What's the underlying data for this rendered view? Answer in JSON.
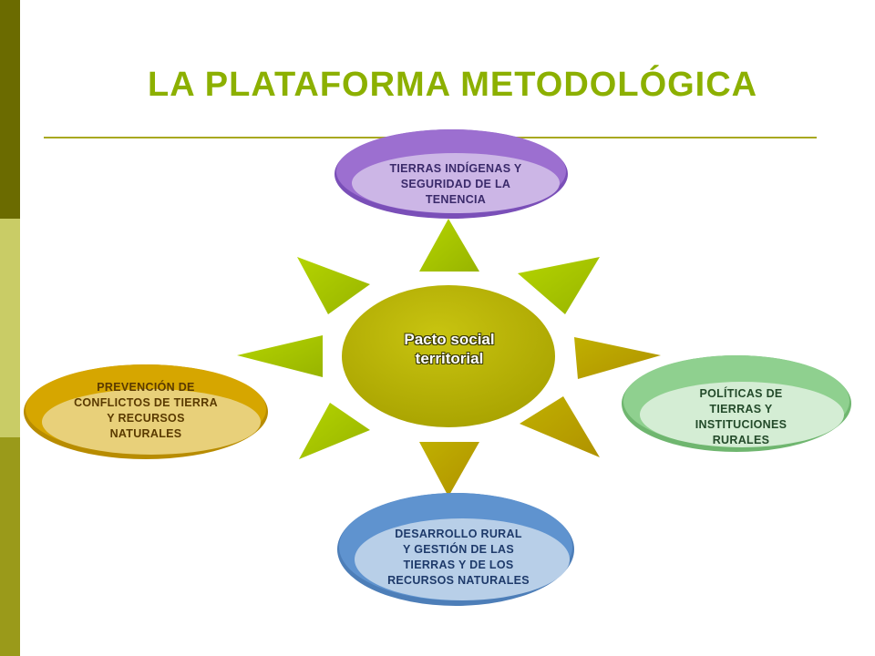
{
  "title": "LA PLATAFORMA METODOLÓGICA",
  "center": {
    "line1": "Pacto social",
    "line2": "territorial"
  },
  "nodes": {
    "top": [
      "TIERRAS INDÍGENAS Y",
      "SEGURIDAD DE LA",
      "TENENCIA"
    ],
    "right": [
      "POLÍTICAS DE",
      "TIERRAS Y",
      "INSTITUCIONES",
      "RURALES"
    ],
    "bottom": [
      "DESARROLLO RURAL",
      "Y GESTIÓN DE LAS",
      "TIERRAS Y DE LOS",
      "RECURSOS NATURALES"
    ],
    "left": [
      "PREVENCIÓN DE",
      "CONFLICTOS DE TIERRA",
      "Y RECURSOS",
      "NATURALES"
    ]
  },
  "colors": {
    "title": "#8cb000",
    "rays": "#a0c000",
    "center": "#b4b400",
    "top_node": "#9c6fd0",
    "right_node": "#8fd08f",
    "bottom_node": "#5f93cf",
    "left_node": "#d6a600"
  }
}
